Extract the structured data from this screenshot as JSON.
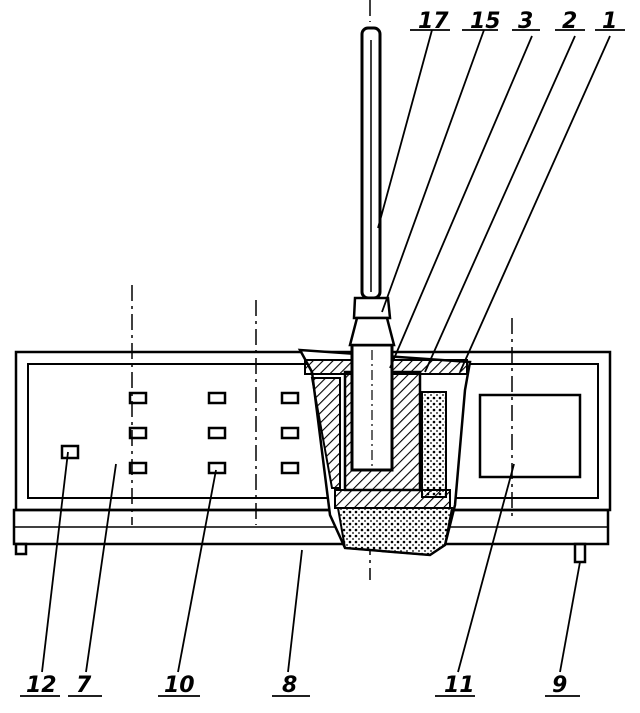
{
  "figure": {
    "labels": {
      "top": [
        "17",
        "15",
        "3",
        "2",
        "1"
      ],
      "bottom": [
        "12",
        "7",
        "10",
        "8",
        "11",
        "9"
      ]
    },
    "colors": {
      "ink": "#000000",
      "paper": "#ffffff"
    }
  }
}
